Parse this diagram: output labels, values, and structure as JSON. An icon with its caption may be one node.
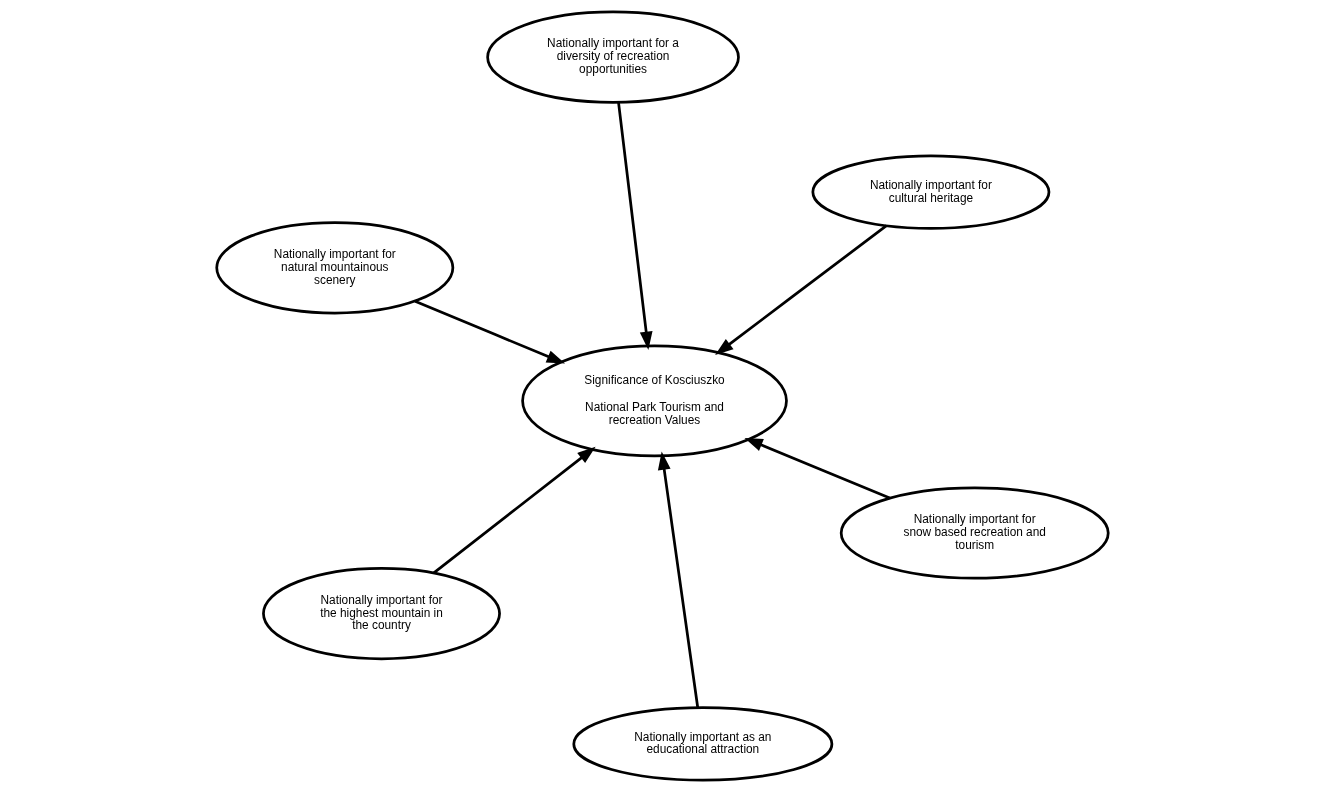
{
  "diagram": {
    "nodes": [
      {
        "text": [
          "Nationally important for natural mountainous scenery"
        ]
      },
      {
        "text": [
          "Nationally important for snow based recreation and tourism"
        ]
      },
      {
        "text": [
          "Nationally important as an educational attraction"
        ]
      },
      {
        "text": [
          "Significance of Kosciuszko",
          "National Park Tourism and recreation Values"
        ]
      },
      {
        "text": [
          "Nationally important for cultural heritage"
        ]
      },
      {
        "text": [
          "Nationally important for a diversity of recreation opportunities"
        ]
      },
      {
        "text": [
          "Nationally important for the highest mountain in the country"
        ]
      }
    ],
    "edges": [
      {
        "from": 0,
        "to": 3,
        "arrow": "to"
      },
      {
        "from": 1,
        "to": 3,
        "arrow": "to"
      },
      {
        "from": 2,
        "to": 3,
        "arrow": "to"
      },
      {
        "from": 4,
        "to": 3,
        "arrow": "to"
      },
      {
        "from": 5,
        "to": 3,
        "arrow": "to"
      },
      {
        "from": 6,
        "to": 3,
        "arrow": "to"
      }
    ]
  }
}
